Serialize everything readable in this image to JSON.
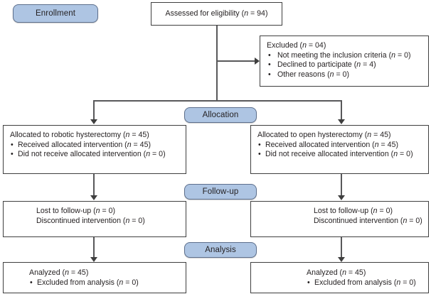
{
  "diagram": {
    "title": "CONSORT participant flow diagram",
    "accent_color": "#aec5e3",
    "pill_border_color": "#5d6f8c",
    "box_border_color": "#3f3f3f",
    "connector_color": "#58585a",
    "background_color": "#ffffff"
  },
  "stages": {
    "enrollment": "Enrollment",
    "allocation": "Allocation",
    "followup": "Follow-up",
    "analysis": "Analysis"
  },
  "enrollment": {
    "assessed": {
      "text_before": "Assessed for eligibility (",
      "n_italic": "n",
      "text_after": " = 94)"
    },
    "excluded": {
      "heading_before": "Excluded (",
      "heading_n": "n",
      "heading_after": " = 04)",
      "reasons": [
        {
          "before": "Not meeting the inclusion criteria (",
          "n": "n",
          "after": " = 0)"
        },
        {
          "before": "Declined to participate (",
          "n": "n",
          "after": " = 4)"
        },
        {
          "before": "Other reasons (",
          "n": "n",
          "after": " = 0)"
        }
      ]
    }
  },
  "arms": {
    "left": {
      "allocation": {
        "heading_before": "Allocated to robotic hysterectomy (",
        "heading_n": "n",
        "heading_after": " = 45)",
        "bullets": [
          {
            "before": "Received allocated intervention (",
            "n": "n",
            "after": " = 45)"
          },
          {
            "before": "Did not receive allocated intervention (",
            "n": "n",
            "after": " = 0)"
          }
        ]
      },
      "followup": {
        "lines": [
          {
            "before": "Lost to follow-up (",
            "n": "n",
            "after": " = 0)"
          },
          {
            "before": "Discontinued intervention (",
            "n": "n",
            "after": " = 0)"
          }
        ]
      },
      "analysis": {
        "heading_before": "Analyzed (",
        "heading_n": "n",
        "heading_after": " = 45)",
        "bullets": [
          {
            "before": "Excluded from analysis (",
            "n": "n",
            "after": " = 0)"
          }
        ]
      }
    },
    "right": {
      "allocation": {
        "heading_before": "Allocated to open hysterectomy (",
        "heading_n": "n",
        "heading_after": " = 45)",
        "bullets": [
          {
            "before": "Received allocated intervention (",
            "n": "n",
            "after": " = 45)"
          },
          {
            "before": "Did not receive allocated intervention (",
            "n": "n",
            "after": " = 0)"
          }
        ]
      },
      "followup": {
        "lines": [
          {
            "before": "Lost to follow-up (",
            "n": "n",
            "after": " = 0)"
          },
          {
            "before": "Discontinued intervention (",
            "n": "n",
            "after": " = 0)"
          }
        ]
      },
      "analysis": {
        "heading_before": "Analyzed (",
        "heading_n": "n",
        "heading_after": " = 45)",
        "bullets": [
          {
            "before": "Excluded from analysis (",
            "n": "n",
            "after": " = 0)"
          }
        ]
      }
    }
  }
}
